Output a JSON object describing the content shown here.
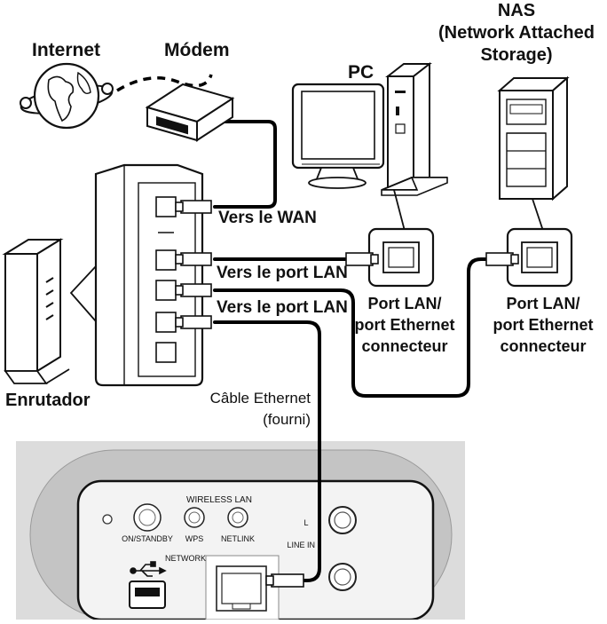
{
  "labels": {
    "internet": "Internet",
    "modem": "Módem",
    "pc": "PC",
    "nas_line1": "NAS",
    "nas_line2": "(Network Attached",
    "nas_line3": "Storage)",
    "router": "Enrutador",
    "to_wan": "Vers le WAN",
    "to_lan_1": "Vers le port LAN",
    "to_lan_2": "Vers le port LAN",
    "pc_port_line1": "Port LAN/",
    "pc_port_line2": "port Ethernet",
    "pc_port_line3": "connecteur",
    "nas_port_line1": "Port LAN/",
    "nas_port_line2": "port Ethernet",
    "nas_port_line3": "connecteur",
    "cable_line1": "Câble Ethernet",
    "cable_line2": "(fourni)"
  },
  "device_panel": {
    "wireless_lan": "WIRELESS LAN",
    "on_standby": "ON/STANDBY",
    "wps": "WPS",
    "netlink": "NETLINK",
    "network": "NETWORK",
    "line_in": "LINE IN",
    "channel_l": "L"
  },
  "colors": {
    "cable": "#000000",
    "device_panel_bg": "#dcdcdc",
    "device_body": "#c4c4c4"
  },
  "icons": [
    "globe-icon",
    "modem-icon",
    "pc-icon",
    "nas-icon",
    "router-icon",
    "usb-icon",
    "ethernet-port-icon"
  ]
}
